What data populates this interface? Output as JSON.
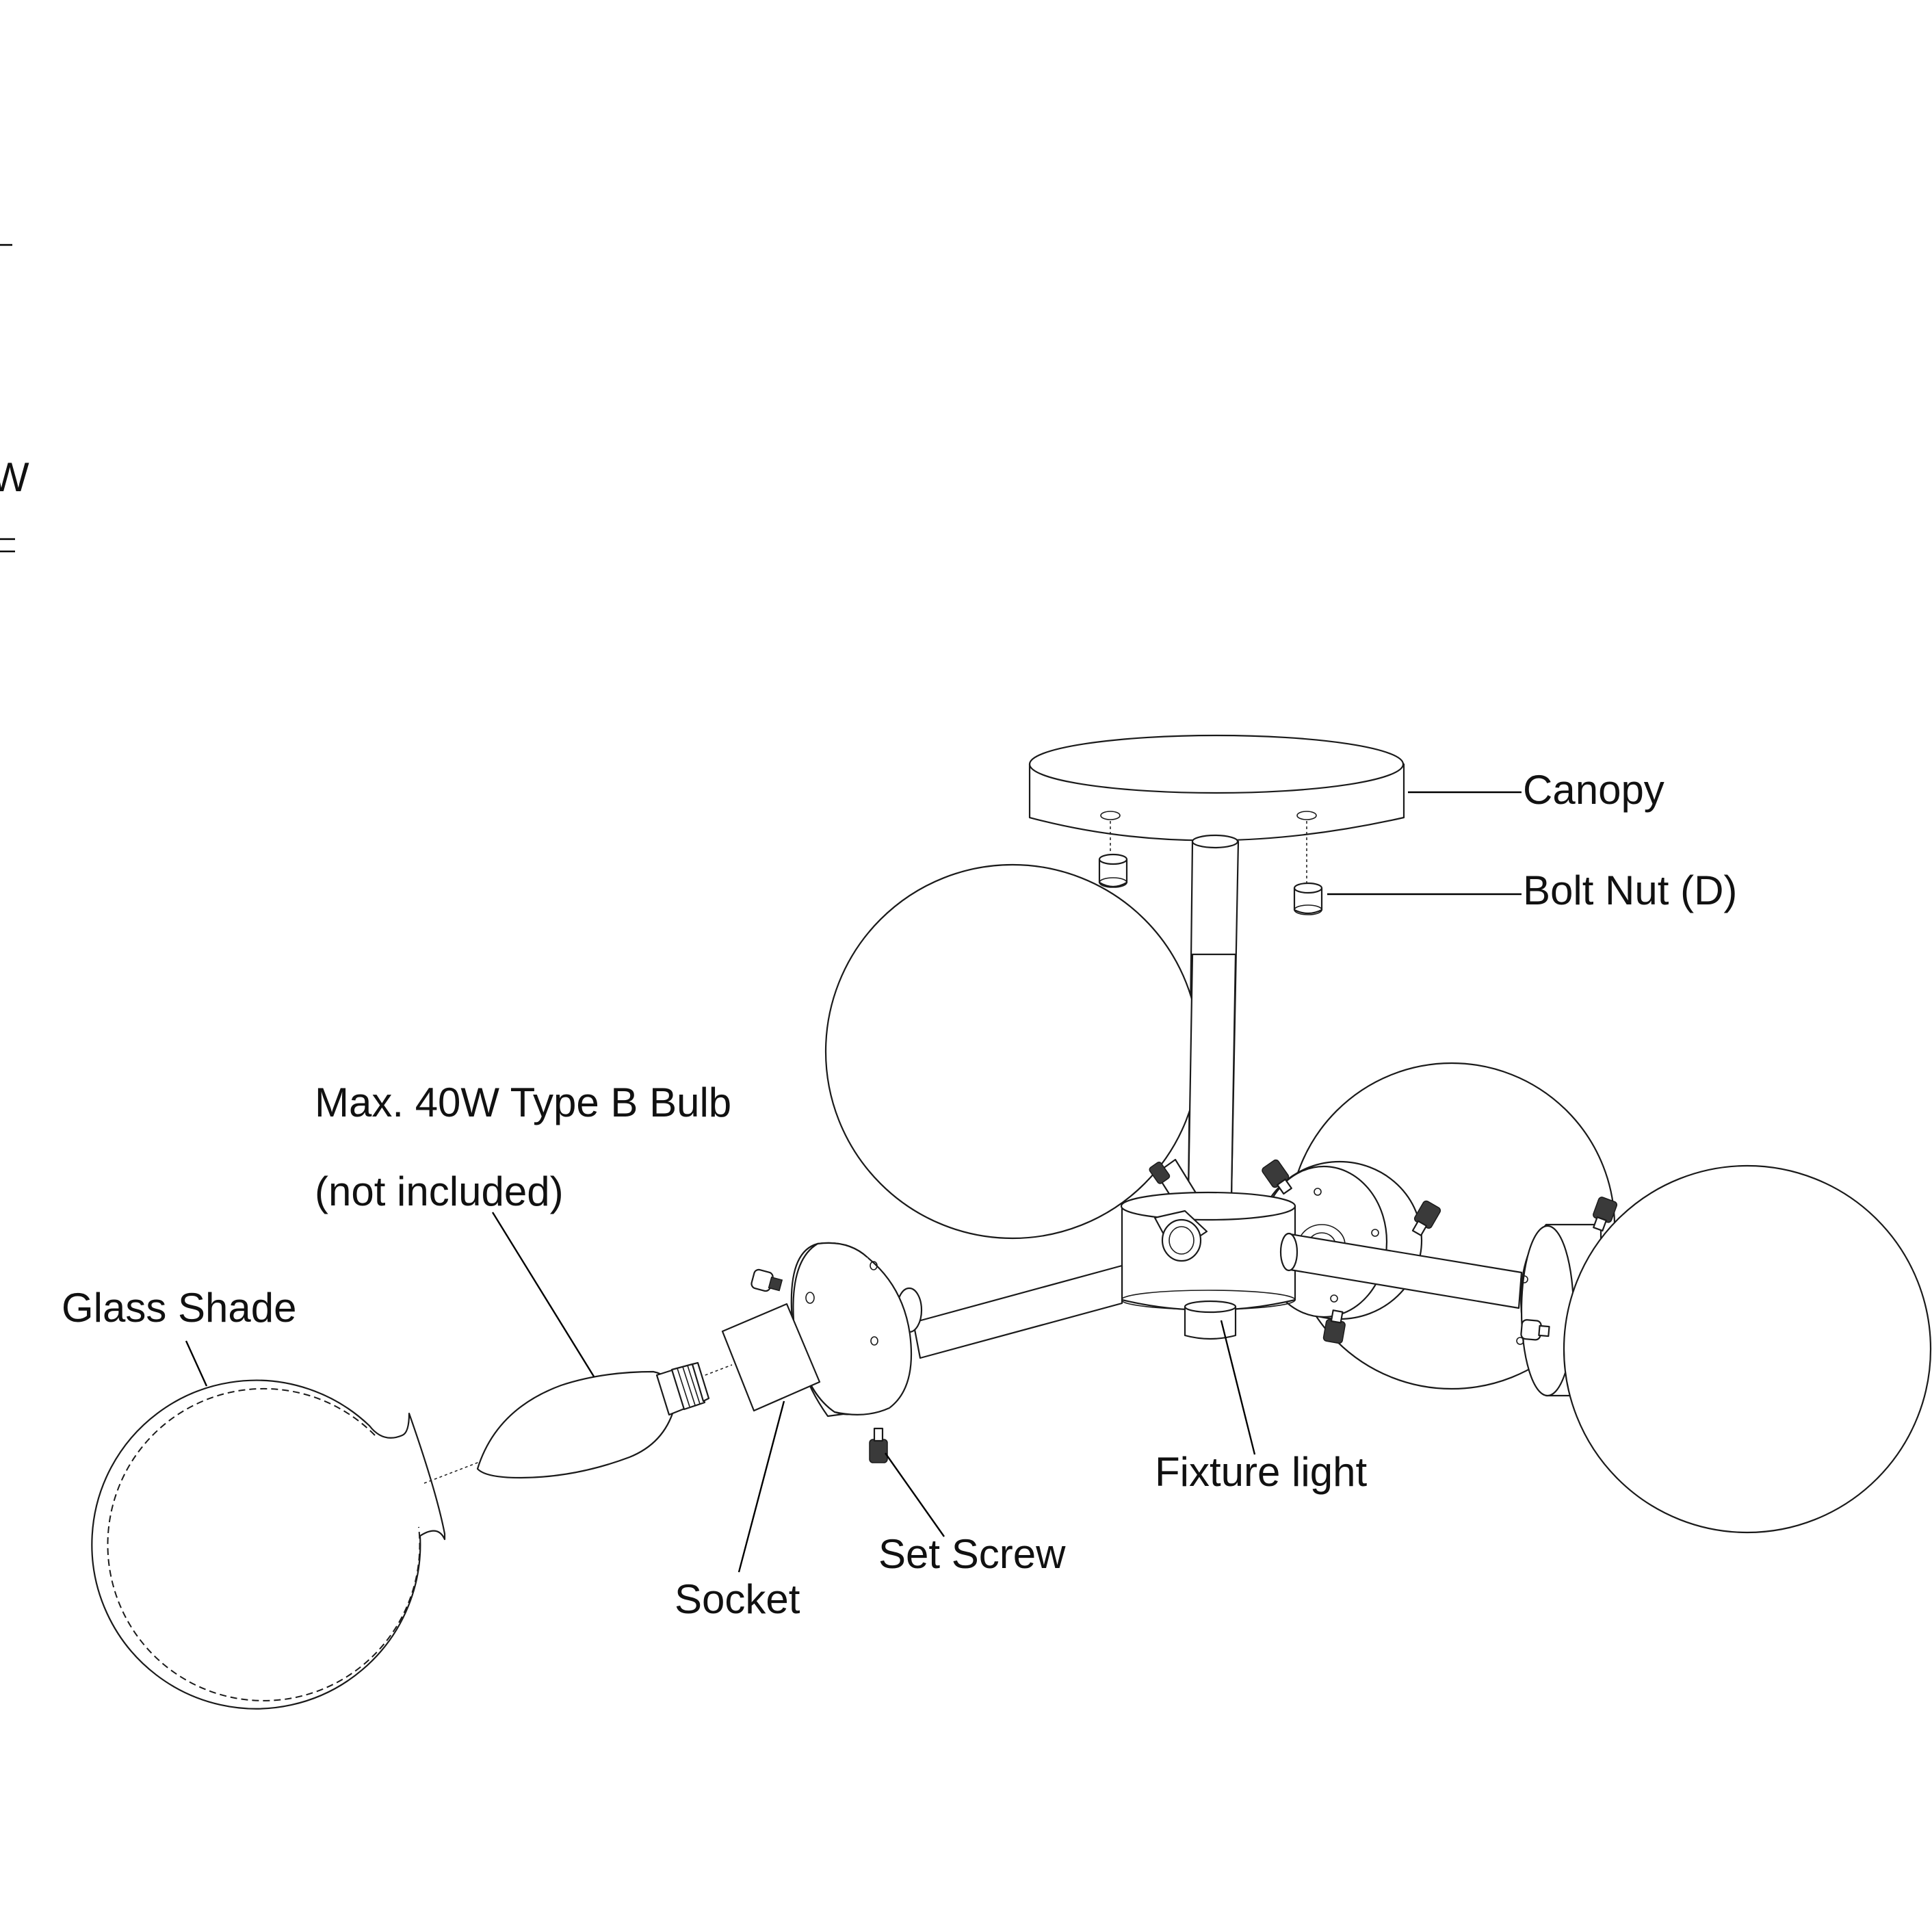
{
  "labels": {
    "canopy": "Canopy",
    "bolt_nut": "Bolt Nut (D)",
    "bulb_line1": "Max. 40W Type B Bulb",
    "bulb_line2": "(not included)",
    "glass_shade": "Glass Shade",
    "fixture_light": "Fixture light",
    "set_screw": "Set Screw",
    "socket": "Socket",
    "edge_fragment": "W"
  }
}
